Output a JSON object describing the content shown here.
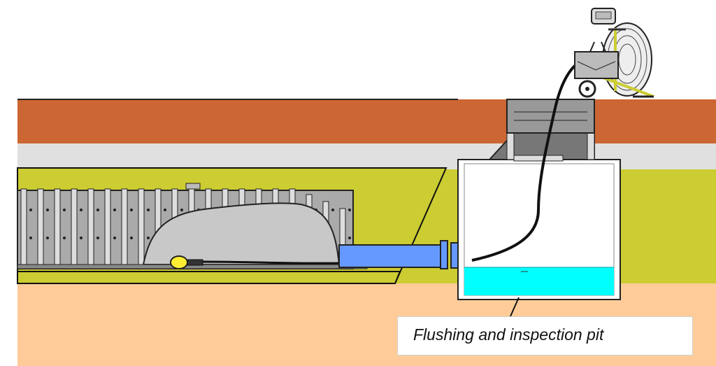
{
  "callout": {
    "label": "Flushing and inspection pit"
  },
  "colors": {
    "topsoil": "#CC6633",
    "gravel": "#E0E0E0",
    "backfill": "#CCCC33",
    "subsoil": "#FFCC99",
    "water": "#00FFFF",
    "pipe": "#6699FF",
    "tank_grey": "#BBBBBB",
    "camera_head": "#FFEE33",
    "reel_frame": "#CCCC33"
  },
  "components": [
    "soil-layers",
    "infiltration-tank",
    "inlet-pipe",
    "inspection-camera",
    "flushing-and-inspection-pit",
    "camera-reel-trolley"
  ]
}
